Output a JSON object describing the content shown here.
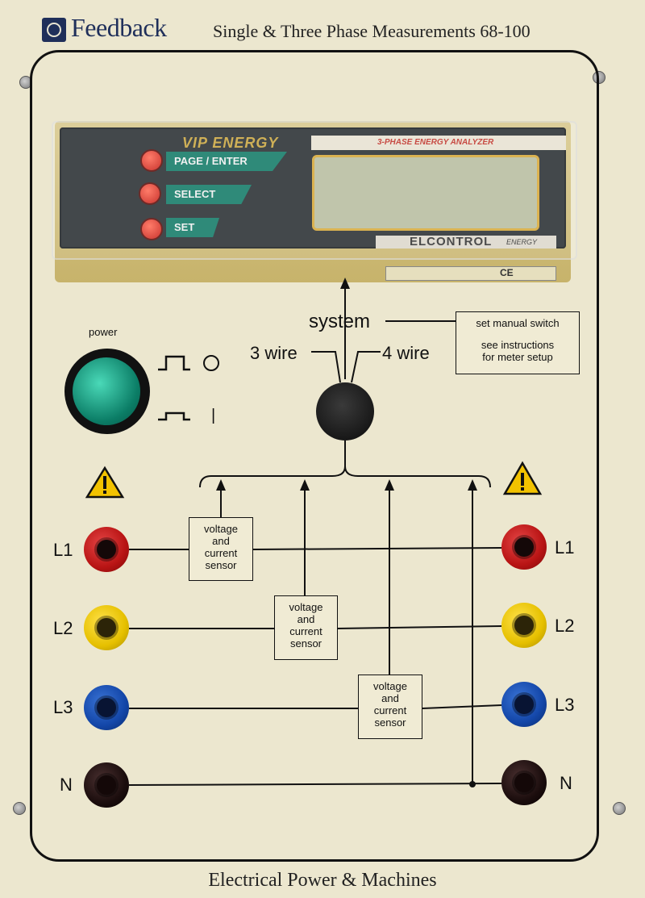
{
  "header": {
    "brand": "Feedback",
    "title": "Single & Three Phase Measurements 68-100"
  },
  "footer": {
    "title": "Electrical Power & Machines"
  },
  "meter": {
    "brand": "VIP ENERGY",
    "subtitle": "3-PHASE ENERGY ANALYZER",
    "maker": "ELCONTROL",
    "maker_suffix": "ENERGY",
    "ce_mark": "CE",
    "buttons": [
      {
        "label": "PAGE / ENTER"
      },
      {
        "label": "SELECT"
      },
      {
        "label": "SET"
      }
    ]
  },
  "power": {
    "label": "power",
    "off_symbol": "○",
    "on_symbol": "|"
  },
  "system": {
    "label": "system",
    "option_left": "3 wire",
    "option_right": "4 wire",
    "note_line1": "set manual switch",
    "note_line2": "see instructions",
    "note_line3": "for meter setup"
  },
  "sensors": [
    {
      "line1": "voltage",
      "line2": "and",
      "line3": "current",
      "line4": "sensor"
    },
    {
      "line1": "voltage",
      "line2": "and",
      "line3": "current",
      "line4": "sensor"
    },
    {
      "line1": "voltage",
      "line2": "and",
      "line3": "current",
      "line4": "sensor"
    }
  ],
  "terminals": {
    "left": [
      {
        "label": "L1",
        "color": "#c81616"
      },
      {
        "label": "L2",
        "color": "#e9c400"
      },
      {
        "label": "L3",
        "color": "#1a4fb0"
      },
      {
        "label": "N",
        "color": "#1b0d0d"
      }
    ],
    "right": [
      {
        "label": "L1",
        "color": "#c81616"
      },
      {
        "label": "L2",
        "color": "#e9c400"
      },
      {
        "label": "L3",
        "color": "#1a4fb0"
      },
      {
        "label": "N",
        "color": "#1b0d0d"
      }
    ]
  }
}
